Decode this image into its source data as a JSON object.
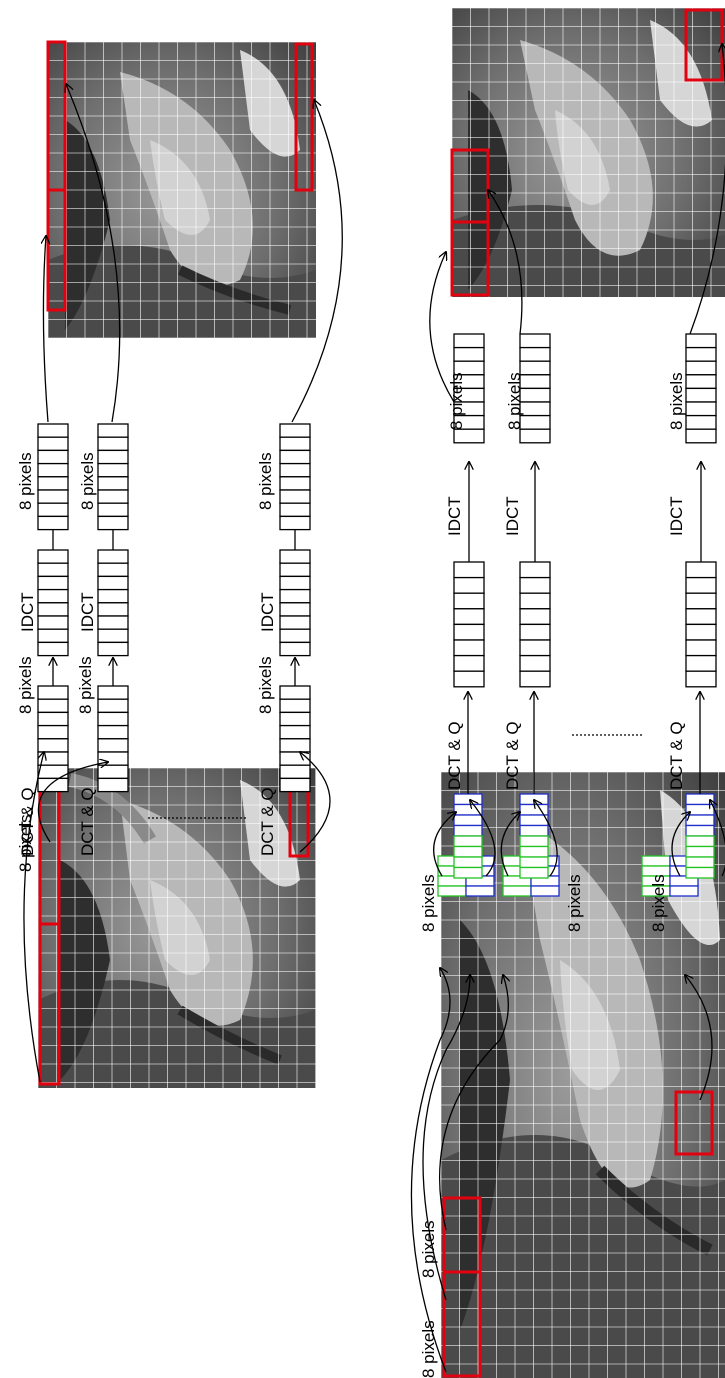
{
  "labels": {
    "pixels": "8 pixels",
    "dct_q": "DCT & Q",
    "idct": "IDCT"
  },
  "colors": {
    "block": "#000000",
    "highlight": "#e3000f",
    "green": "#22c322",
    "blue": "#1f2fc8",
    "grid": "#ffffff",
    "dots": "#000000"
  },
  "panels": [
    {
      "name": "top-diagram",
      "rows": 3,
      "split": false
    },
    {
      "name": "bottom-diagram",
      "rows": 3,
      "split": true
    }
  ]
}
